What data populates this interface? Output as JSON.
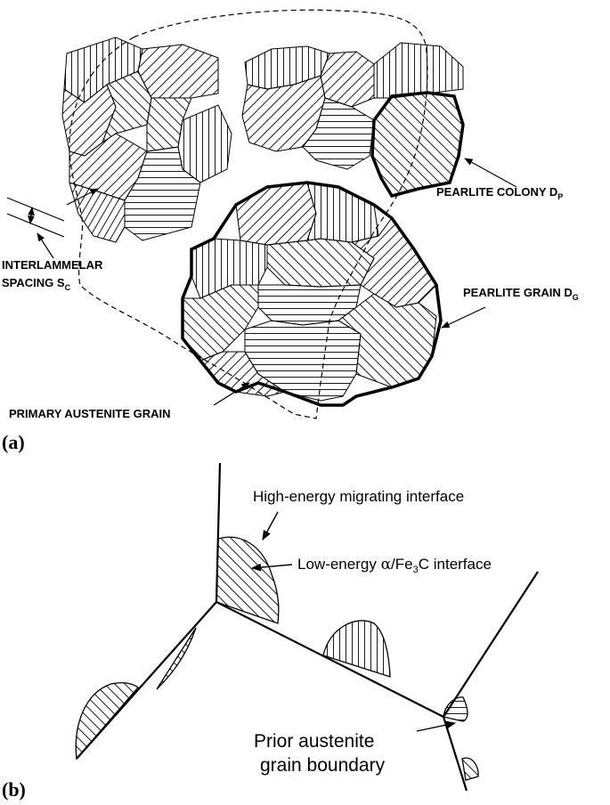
{
  "panel_a": {
    "label": "(a)",
    "annotations": {
      "pearlite_colony_text": "PEARLITE COLONY D",
      "pearlite_colony_sub": "P",
      "pearlite_grain_text": "PEARLITE GRAIN D",
      "pearlite_grain_sub": "G",
      "interlammelar_line1": "INTERLAMMELAR",
      "interlammelar_line2": "SPACING S",
      "interlammelar_sub": "C",
      "primary_austenite": "PRIMARY AUSTENITE GRAIN"
    }
  },
  "panel_b": {
    "label": "(b)",
    "annotations": {
      "high_energy": "High-energy migrating interface",
      "low_energy_prefix": "Low-energy ",
      "low_energy_alpha": "α",
      "low_energy_fe": "/Fe",
      "low_energy_sub": "3",
      "low_energy_suffix": "C interface",
      "prior_line1": "Prior austenite",
      "prior_line2": "grain boundary"
    }
  },
  "colors": {
    "ink": "#000000",
    "background": "#ffffff"
  }
}
